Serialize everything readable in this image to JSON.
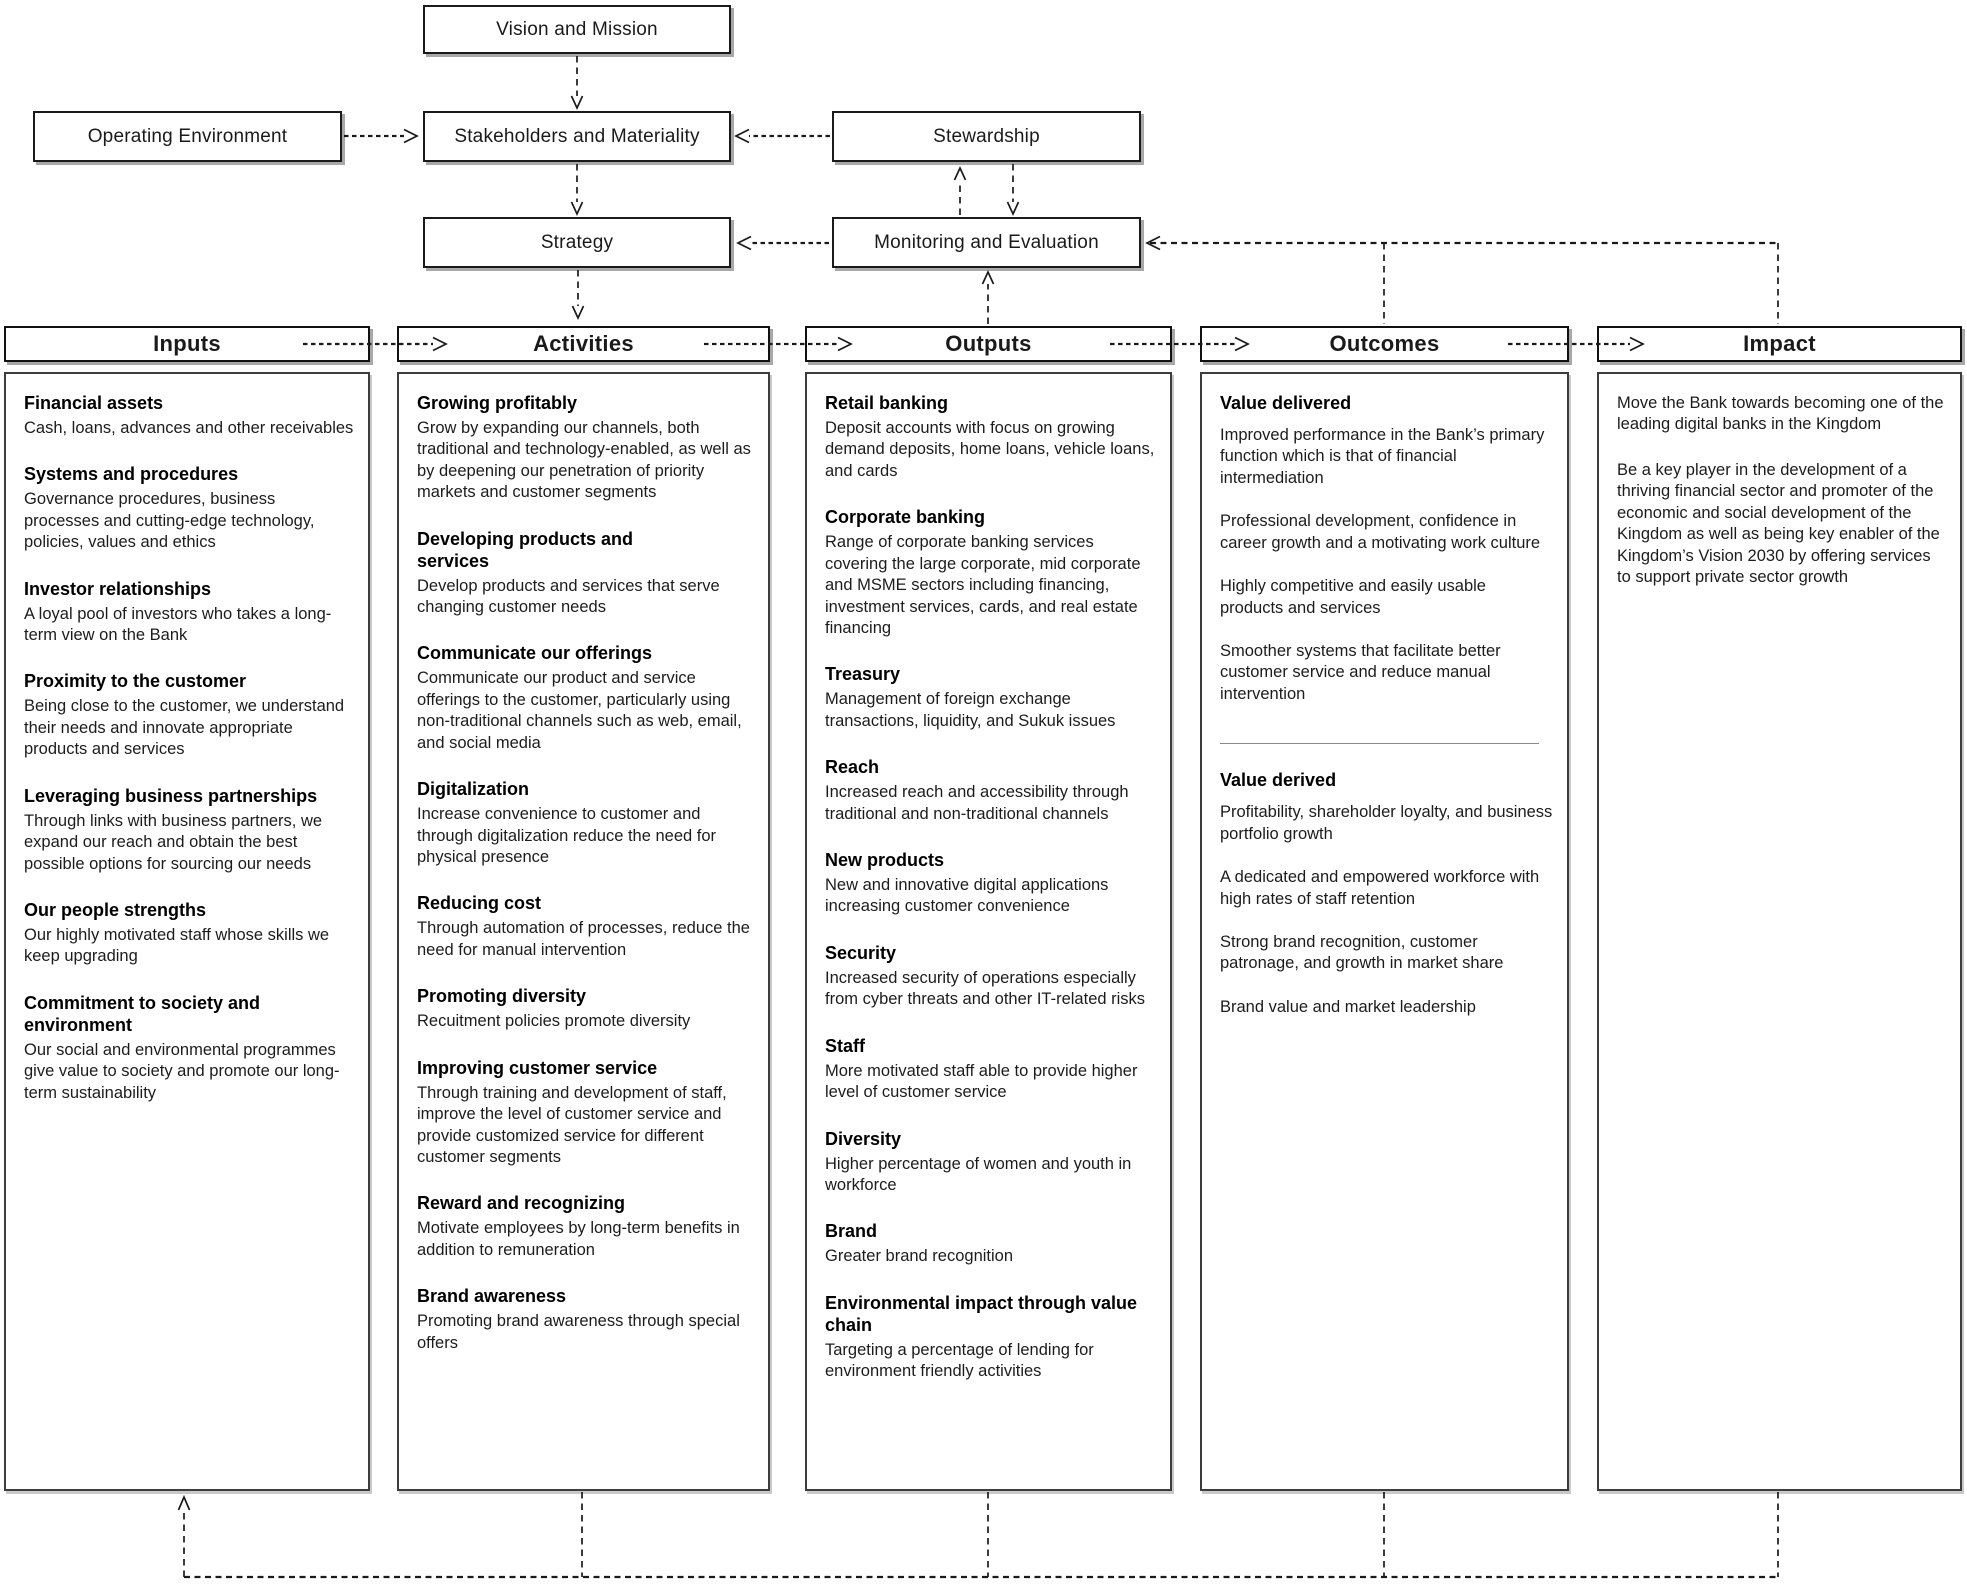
{
  "title": "Bank value creation model diagram",
  "colors": {
    "ink": "#1a1a1a",
    "body_text": "#1c1c1c",
    "box_border": "#1a1a1a",
    "panel_border": "#3d3d3d",
    "shadow": "#a8a8a8",
    "background": "#ffffff"
  },
  "flow": {
    "vision_mission": "Vision and Mission",
    "operating_environment": "Operating Environment",
    "stakeholders_materiality": "Stakeholders and Materiality",
    "stewardship": "Stewardship",
    "strategy": "Strategy",
    "monitoring_evaluation": "Monitoring and Evaluation"
  },
  "columns": {
    "inputs": {
      "title": "Inputs",
      "items": [
        {
          "heading": "Financial assets",
          "body": "Cash, loans, advances and other receivables"
        },
        {
          "heading": "Systems and procedures",
          "body": "Governance procedures, business processes and cutting-edge technology, policies, values and ethics"
        },
        {
          "heading": "Investor relationships",
          "body": "A loyal pool of investors who takes a long-term view on the Bank"
        },
        {
          "heading": "Proximity to the customer",
          "body": "Being close to the customer, we understand their needs and innovate appropriate products and services"
        },
        {
          "heading": "Leveraging business partnerships",
          "body": "Through links with business partners, we expand our reach and obtain the best possible options for sourcing  our needs"
        },
        {
          "heading": "Our people strengths",
          "body": "Our highly motivated staff whose skills we keep upgrading"
        },
        {
          "heading": "Commitment to society and environment",
          "body": "Our social and environmental programmes give value to society and promote our long-term sustainability"
        }
      ]
    },
    "activities": {
      "title": "Activities",
      "items": [
        {
          "heading": "Growing profitably",
          "body": "Grow by expanding our channels, both traditional and technology-enabled, as well as by deepening our penetration of priority markets and customer segments"
        },
        {
          "heading": "Developing products and services",
          "body": "Develop products and services that serve changing customer needs"
        },
        {
          "heading": "Communicate our offerings",
          "body": "Communicate our product and service offerings to the customer, particularly using non-traditional channels such as web, email, and social media"
        },
        {
          "heading": "Digitalization",
          "body": "Increase convenience to customer and through digitalization reduce the need for physical presence"
        },
        {
          "heading": "Reducing cost",
          "body": "Through automation of processes, reduce the need for manual intervention"
        },
        {
          "heading": "Promoting diversity",
          "body": "Recuitment policies promote diversity"
        },
        {
          "heading": "Improving customer service",
          "body": "Through training and development of staff, improve the level of customer service and provide customized service for different customer segments"
        },
        {
          "heading": "Reward and recognizing",
          "body": "Motivate employees by  long-term benefits in addition to remuneration"
        },
        {
          "heading": "Brand awareness",
          "body": "Promoting brand awareness through special offers"
        }
      ]
    },
    "outputs": {
      "title": "Outputs",
      "items": [
        {
          "heading": "Retail banking",
          "body": "Deposit accounts with  focus on growing demand deposits, home loans, vehicle loans, and cards"
        },
        {
          "heading": "Corporate banking",
          "body": "Range of corporate banking services covering the large corporate, mid corporate and MSME sectors including financing, investment services, cards, and real estate financing"
        },
        {
          "heading": "Treasury",
          "body": "Management of foreign exchange transactions, liquidity, and Sukuk issues"
        },
        {
          "heading": "Reach",
          "body": "Increased reach and accessibility through traditional and non-traditional channels"
        },
        {
          "heading": "New products",
          "body": "New and innovative digital applications increasing customer convenience"
        },
        {
          "heading": "Security",
          "body": "Increased security of operations especially from cyber threats and other IT-related risks"
        },
        {
          "heading": "Staff",
          "body": "More motivated staff able to provide higher level of customer service"
        },
        {
          "heading": "Diversity",
          "body": "Higher percentage of women and youth in workforce"
        },
        {
          "heading": "Brand",
          "body": "Greater brand recognition"
        },
        {
          "heading": "Environmental impact through value chain",
          "body": "Targeting a percentage of lending for environment friendly activities"
        }
      ]
    },
    "outcomes": {
      "title": "Outcomes",
      "sections": [
        {
          "heading": "Value delivered",
          "paragraphs": [
            "Improved performance in the Bank’s primary function which is that of financial intermediation",
            "Professional  development, confidence in career growth  and a motivating work culture",
            "Highly competitive and  easily usable products and services",
            "Smoother systems that facilitate better customer service and reduce manual intervention"
          ]
        },
        {
          "heading": "Value derived",
          "paragraphs": [
            "Profitability, shareholder loyalty, and business portfolio growth",
            "A dedicated and empowered workforce with high rates of staff retention",
            "Strong brand recognition, customer patronage,  and growth in market share",
            "Brand value and market leadership"
          ]
        }
      ]
    },
    "impact": {
      "title": "Impact",
      "paragraphs": [
        "Move the Bank towards becoming one of the leading digital banks in the Kingdom",
        "Be a key player in the development of a thriving financial sector and promoter of the economic and social development of the Kingdom as well as being key enabler of the Kingdom’s Vision 2030 by offering services to support private sector growth"
      ]
    }
  }
}
